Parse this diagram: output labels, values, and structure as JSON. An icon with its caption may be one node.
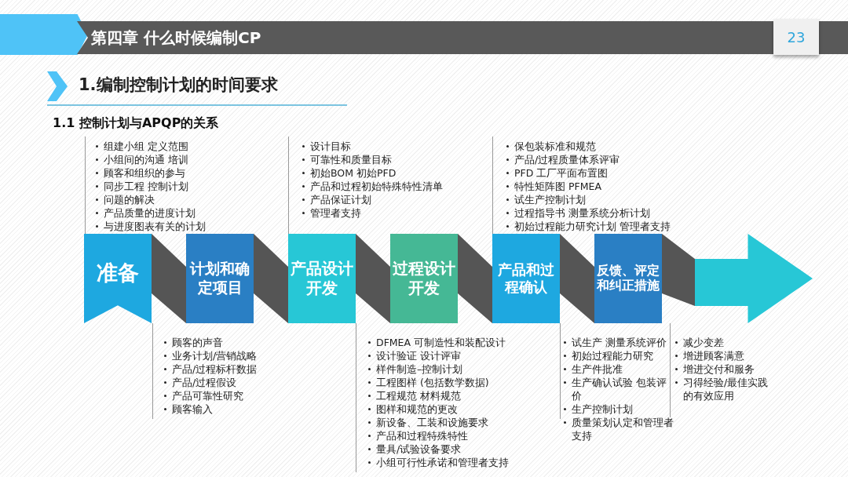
{
  "diagram": {
    "title": "第四章 什么时候编制CP",
    "nodes": [
      {
        "text": [
          "准备"
        ],
        "beside": [
          "组建小组 定义范围",
          "小组间的沟通 培训",
          "顾客和组织的参与",
          "同步工程 控制计划",
          "问题的解决",
          "产品质量的进度计划",
          "与进度图表有关的计划"
        ]
      },
      {
        "text": [
          "计划和确定项目"
        ],
        "beside": [
          "顾客的声音",
          "业务计划/营销战略",
          "产品/过程标杆数据",
          "产品/过程假设",
          "产品可靠性研究",
          "顾客输入"
        ]
      },
      {
        "text": [
          "产品设计开发"
        ],
        "beside": [
          "设计目标",
          "可靠性和质量目标",
          "初始BOM 初始PFD",
          "产品和过程初始特殊特性清单",
          "产品保证计划",
          "管理者支持"
        ]
      },
      {
        "text": [
          "过程设计开发"
        ],
        "beside": [
          "DFMEA 可制造性和装配设计",
          "设计验证 设计评审",
          "样件制造–控制计划",
          "工程图样 (包括数学数据)",
          "工程规范 材料规范",
          "图样和规范的更改",
          "新设备、工装和设施要求",
          "产品和过程特殊特性",
          "量具/试验设备要求",
          "小组可行性承诺和管理者支持"
        ]
      },
      {
        "text": [
          "产品和过程确认"
        ],
        "beside": [
          "保包装标准和规范",
          "产品/过程质量体系评审",
          "PFD 工厂平面布置图",
          "特性矩阵图 PFMEA",
          "试生产控制计划",
          "过程指导书 测量系统分析计划",
          "初始过程能力研究计划 管理者支持"
        ]
      },
      {
        "text": [
          "反馈、评定和纠正措施"
        ],
        "beside": [
          "试生产 测量系统评价",
          "初始过程能力研究",
          "生产件批准",
          "生产确认试验 包装评价",
          "生产控制计划",
          "质量策划认定和管理者支持"
        ]
      },
      {
        "text": [],
        "shape": "arrow",
        "beside": [
          "减少变差",
          "增进顾客满意",
          "增进交付和服务",
          "习得经验/最佳实践的有效应用"
        ]
      }
    ],
    "edges": [
      {
        "from": 0,
        "to": 1,
        "arrow": "none",
        "style": "thick"
      },
      {
        "from": 1,
        "to": 2,
        "arrow": "none",
        "style": "thick"
      },
      {
        "from": 2,
        "to": 3,
        "arrow": "none",
        "style": "thick"
      },
      {
        "from": 3,
        "to": 4,
        "arrow": "none",
        "style": "thick"
      },
      {
        "from": 4,
        "to": 5,
        "arrow": "none",
        "style": "thick"
      },
      {
        "from": 5,
        "to": 6,
        "arrow": "none",
        "style": "thick"
      }
    ],
    "labels": [
      "23",
      "1.编制控制计划的时间要求",
      "1.1 控制计划与APQP的关系"
    ]
  }
}
